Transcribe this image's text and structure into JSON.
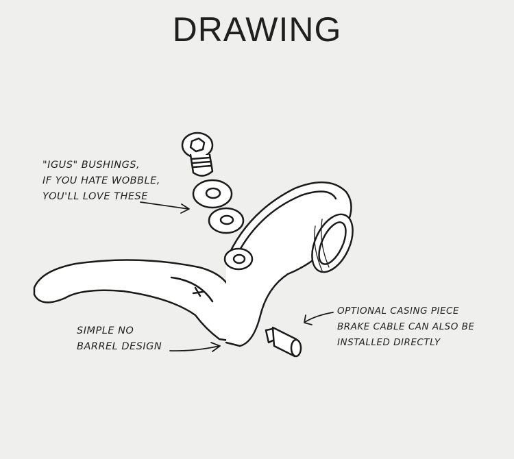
{
  "title": "DRAWING",
  "annotations": {
    "bushings": [
      "\"IGUS\" BUSHINGS,",
      "IF YOU HATE WOBBLE,",
      "YOU'LL LOVE THESE"
    ],
    "barrel": [
      "SIMPLE NO",
      "BARREL DESIGN"
    ],
    "casing": [
      "OPTIONAL CASING PIECE",
      "BRAKE CABLE CAN ALSO BE",
      "INSTALLED DIRECTLY"
    ]
  }
}
